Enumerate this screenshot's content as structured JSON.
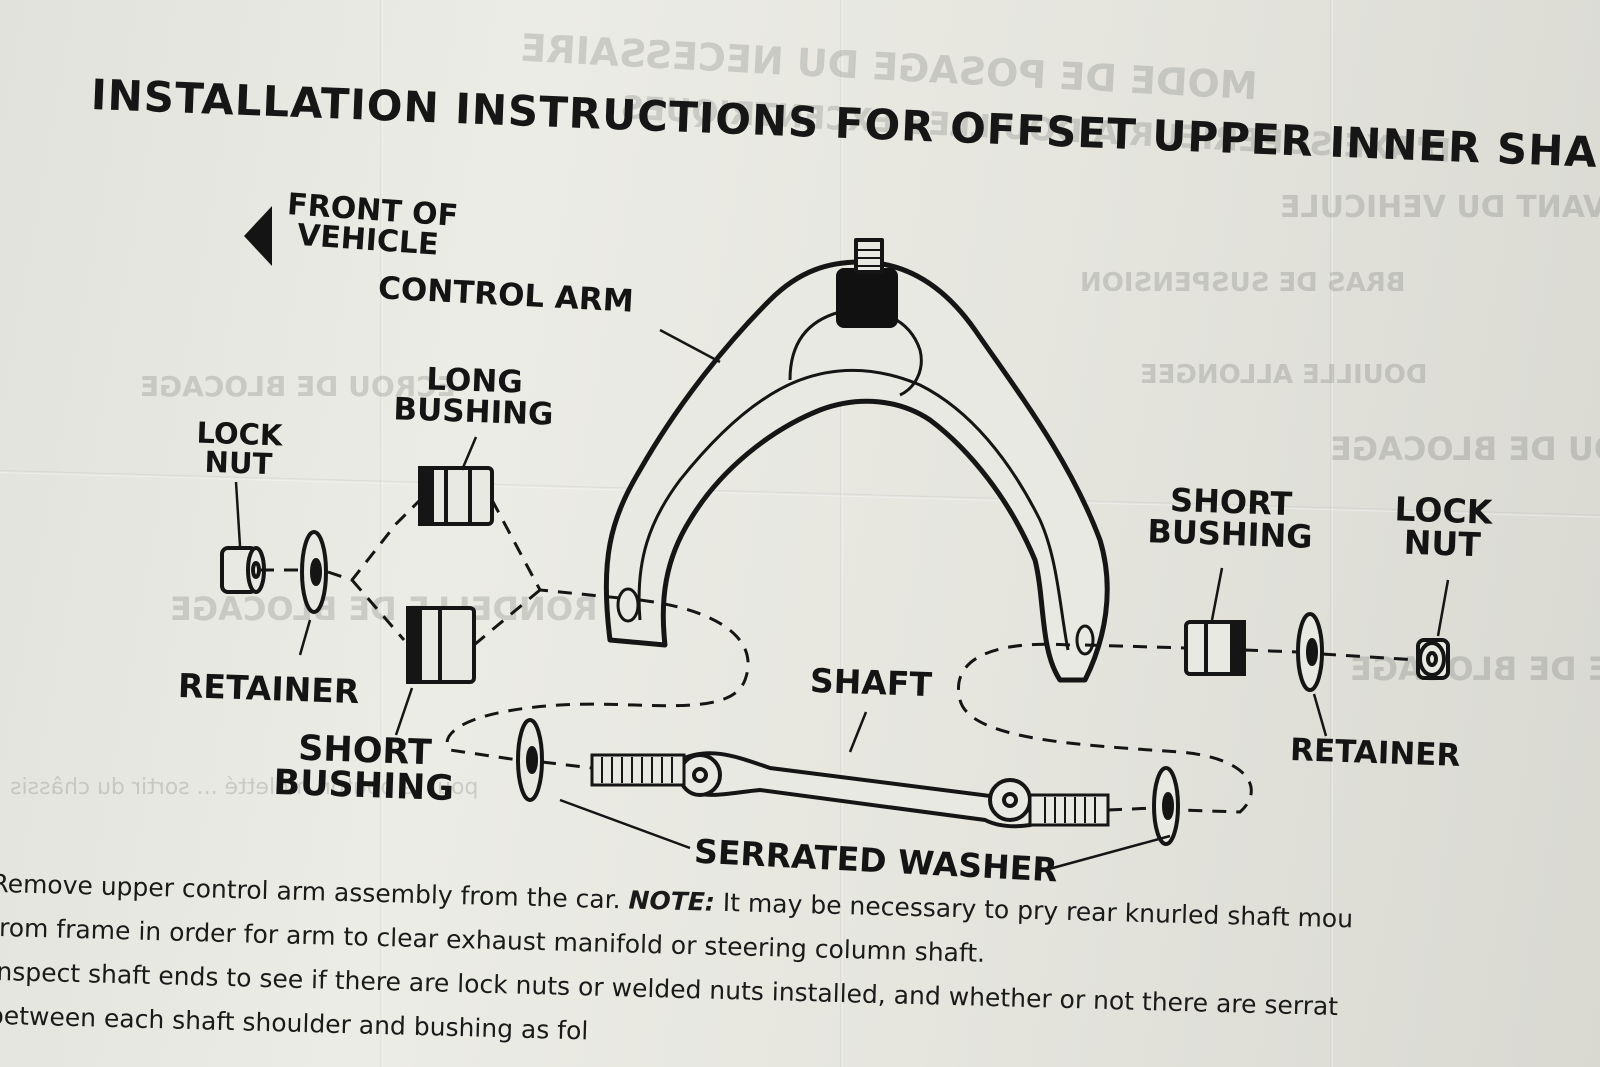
{
  "title": "INSTALLATION INSTRUCTIONS FOR OFFSET UPPER INNER SHAFT K",
  "front_label": {
    "line1": "FRONT OF",
    "line2": "VEHICLE"
  },
  "labels": {
    "control_arm": "CONTROL ARM",
    "long_bushing": {
      "line1": "LONG",
      "line2": "BUSHING"
    },
    "lock_nut_left": {
      "line1": "LOCK",
      "line2": "NUT"
    },
    "retainer_left": "RETAINER",
    "short_bushing_left": {
      "line1": "SHORT",
      "line2": "BUSHING"
    },
    "shaft": "SHAFT",
    "serrated_washer": "SERRATED WASHER",
    "short_bushing_right": {
      "line1": "SHORT",
      "line2": "BUSHING"
    },
    "lock_nut_right": {
      "line1": "LOCK",
      "line2": "NUT"
    },
    "retainer_right": "RETAINER"
  },
  "body": {
    "line1_a": "Remove upper control arm assembly from the car. ",
    "line1_note": "NOTE:",
    "line1_b": " It may be necessary to pry rear knurled shaft mou",
    "line2": "from frame in order for arm to clear exhaust manifold or steering column shaft.",
    "line3": "Inspect shaft ends to see if there are lock nuts or welded nuts installed, and whether or not there are serrat",
    "line4": "between each shaft shoulder and bushing as fol"
  }
}
